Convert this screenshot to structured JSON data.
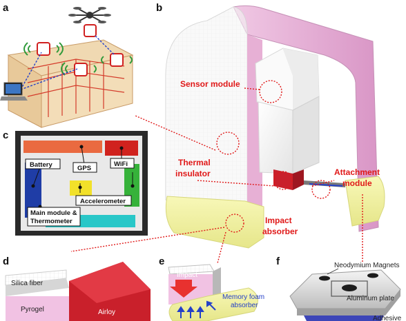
{
  "panels": {
    "a": "a",
    "b": "b",
    "c": "c",
    "d": "d",
    "e": "e",
    "f": "f"
  },
  "callouts": {
    "sensor_module": "Sensor module",
    "thermal_insulator_line1": "Thermal",
    "thermal_insulator_line2": "insulator",
    "attachment_module_line1": "Attachment",
    "attachment_module_line2": "module",
    "impact_absorber_line1": "Impact",
    "impact_absorber_line2": "absorber"
  },
  "module_c": {
    "battery": "Battery",
    "gps": "GPS",
    "wifi": "WiFi",
    "accelerometer": "Accelerometer",
    "main_module_line1": "Main module &",
    "main_module_line2": "Thermometer"
  },
  "panel_d": {
    "silica_fiber": "Silica fiber",
    "pyrogel": "Pyrogel",
    "airloy": "Airloy"
  },
  "panel_e": {
    "impact": "Impact",
    "memory_foam_line1": "Memory foam",
    "memory_foam_line2": "absorber"
  },
  "panel_f": {
    "neodymium_magnets": "Neodymium Magnets",
    "aluminum_plate": "Aluminum plate",
    "adhesive": "Adhesive"
  },
  "colors": {
    "callout_red": "#e01818",
    "insulator_pink": "#e9b3d8",
    "absorber_yellow": "#f3f3a0",
    "airloy_red": "#c9202b"
  }
}
